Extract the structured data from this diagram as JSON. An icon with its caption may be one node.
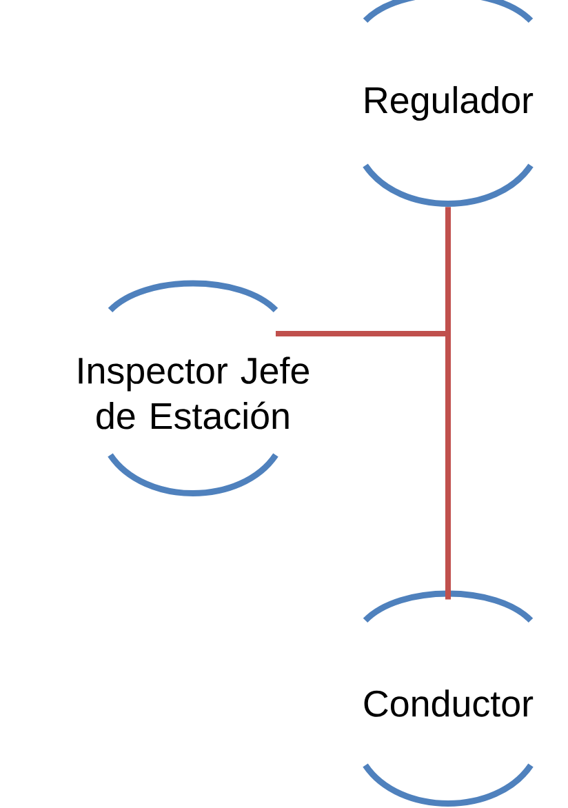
{
  "diagram": {
    "nodes": [
      {
        "text": [
          "Regulador"
        ]
      },
      {
        "text": [
          "Inspector Jefe de Estación"
        ]
      },
      {
        "text": [
          "Conductor"
        ]
      }
    ],
    "edges": [
      {
        "from": 0,
        "to": 1,
        "arrow": "none"
      },
      {
        "from": 0,
        "to": 2,
        "arrow": "none"
      }
    ]
  }
}
